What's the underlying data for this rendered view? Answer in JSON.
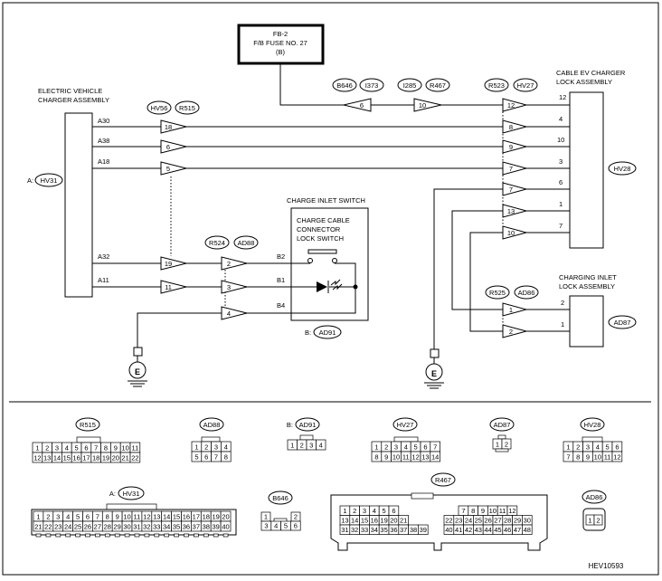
{
  "fuse": {
    "line1": "FB-2",
    "line2": "F/B FUSE NO. 27",
    "line3": "(B)"
  },
  "charger": {
    "line1": "ELECTRIC VEHICLE",
    "line2": "CHARGER ASSEMBLY",
    "conn_prefix": "A:",
    "conn": "HV31"
  },
  "charger_pins": [
    "A30",
    "A38",
    "A18",
    "A32",
    "A11"
  ],
  "cable_lock": {
    "line1": "CABLE EV CHARGER",
    "line2": "LOCK ASSEMBLY",
    "conn": "HV28",
    "pins": [
      "12",
      "4",
      "10",
      "3",
      "6",
      "1",
      "7"
    ]
  },
  "inlet_lock": {
    "line1": "CHARGING INLET",
    "line2": "LOCK ASSEMBLY",
    "conn": "AD87",
    "pins": [
      "2",
      "1"
    ]
  },
  "switch": {
    "title": "CHARGE INLET SWITCH",
    "line1": "CHARGE CABLE",
    "line2": "CONNECTOR",
    "line3": "LOCK SWITCH",
    "conn_prefix": "B:",
    "conn": "AD91",
    "pins": [
      "B2",
      "B1",
      "B4"
    ]
  },
  "ovals": [
    "B646",
    "I373",
    "I285",
    "R467",
    "R523",
    "HV27",
    "HV56",
    "R515",
    "R524",
    "AD88",
    "R525",
    "AD86"
  ],
  "terms": {
    "top": [
      "6",
      "10",
      "12"
    ],
    "left": [
      "18",
      "6",
      "5",
      "19",
      "11"
    ],
    "mid": [
      "2",
      "3",
      "4"
    ],
    "right": [
      "8",
      "9",
      "7",
      "7",
      "13",
      "10"
    ],
    "ad86": [
      "1",
      "2"
    ]
  },
  "ground": "E",
  "connectors": {
    "R515": {
      "label": "R515",
      "rows": [
        [
          "1",
          "2",
          "3",
          "4",
          "5",
          "6",
          "7",
          "8",
          "9",
          "10",
          "11"
        ],
        [
          "12",
          "13",
          "14",
          "15",
          "16",
          "17",
          "18",
          "19",
          "20",
          "21",
          "22"
        ]
      ]
    },
    "AD88": {
      "label": "AD88",
      "rows": [
        [
          "1",
          "2",
          "3",
          "4"
        ],
        [
          "5",
          "6",
          "7",
          "8"
        ]
      ]
    },
    "AD91": {
      "prefix": "B:",
      "label": "AD91",
      "rows": [
        [
          "1",
          "2",
          "3",
          "4"
        ]
      ]
    },
    "HV27": {
      "label": "HV27",
      "rows": [
        [
          "1",
          "2",
          "3",
          "4",
          "5",
          "6",
          "7"
        ],
        [
          "8",
          "9",
          "10",
          "11",
          "12",
          "13",
          "14"
        ]
      ]
    },
    "AD87": {
      "label": "AD87",
      "rows": [
        [
          "1",
          "2"
        ]
      ]
    },
    "HV28": {
      "label": "HV28",
      "rows": [
        [
          "1",
          "2",
          "3",
          "4",
          "5",
          "6"
        ],
        [
          "7",
          "8",
          "9",
          "10",
          "11",
          "12"
        ]
      ]
    },
    "HV31": {
      "prefix": "A:",
      "label": "HV31",
      "rows": [
        [
          "1",
          "2",
          "3",
          "4",
          "5",
          "6",
          "7",
          "8",
          "9",
          "10",
          "11",
          "12",
          "13",
          "14",
          "15",
          "16",
          "17",
          "18",
          "19",
          "20"
        ],
        [
          "21",
          "22",
          "23",
          "24",
          "25",
          "26",
          "27",
          "28",
          "29",
          "30",
          "31",
          "32",
          "33",
          "34",
          "35",
          "36",
          "37",
          "38",
          "39",
          "40"
        ]
      ]
    },
    "B646": {
      "label": "B646",
      "rows": [
        [
          "1",
          "2"
        ],
        [
          "3",
          "4",
          "5",
          "6"
        ]
      ]
    },
    "R467": {
      "label": "R467",
      "rows_left": [
        [
          "1",
          "2",
          "3",
          "4",
          "5",
          "6"
        ],
        [
          "13",
          "14",
          "15",
          "16",
          "19",
          "20",
          "21"
        ],
        [
          "31",
          "32",
          "33",
          "34",
          "35",
          "36",
          "37",
          "38",
          "39"
        ]
      ],
      "rows_right": [
        [
          "7",
          "8",
          "9",
          "10",
          "11",
          "12"
        ],
        [
          "22",
          "23",
          "24",
          "25",
          "26",
          "27",
          "28",
          "29",
          "30"
        ],
        [
          "40",
          "41",
          "42",
          "43",
          "44",
          "45",
          "46",
          "47",
          "48"
        ]
      ]
    },
    "AD86": {
      "label": "AD86",
      "rows": [
        [
          "1",
          "2"
        ]
      ]
    }
  },
  "figure_code": "HEV10593"
}
